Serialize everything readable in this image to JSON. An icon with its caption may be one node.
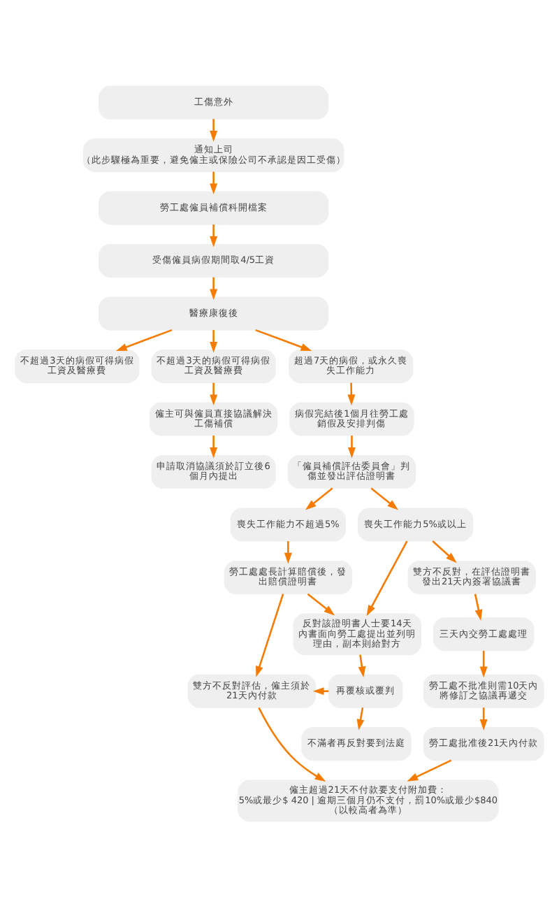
{
  "diagram": {
    "nodes": [
      {
        "text": [
          "工傷意外"
        ]
      },
      {
        "text": [
          "通知上司",
          "（此步驟極為重要，避免僱主或保險公司不承認是因工受傷）"
        ]
      },
      {
        "text": [
          "勞工處僱員補償科開檔案"
        ]
      },
      {
        "text": [
          "受傷僱員病假期間取4/5工資"
        ]
      },
      {
        "text": [
          "醫療康復後"
        ]
      },
      {
        "text": [
          "不超過3天的病假可得病假工資及醫療費"
        ]
      },
      {
        "text": [
          "不超過3天的病假可得病假工資及醫療費"
        ]
      },
      {
        "text": [
          "超過7天的病假，或永久喪失工作能力"
        ]
      },
      {
        "text": [
          "僱主可與僱員直接協議解決工傷補償"
        ]
      },
      {
        "text": [
          "病假完結後1個月往勞工處銷假及安排判傷"
        ]
      },
      {
        "text": [
          "申請取消協議須於訂立後6個月內提出"
        ]
      },
      {
        "text": [
          "「僱員補償評估委員會」判傷並發出評估證明書"
        ]
      },
      {
        "text": [
          "喪失工作能力不超過5%"
        ]
      },
      {
        "text": [
          "喪失工作能力5%或以上"
        ]
      },
      {
        "text": [
          "勞工處處長計算賠償後，發出賠償證明書"
        ]
      },
      {
        "text": [
          "雙方不反對評估，僱主須於21天內付款"
        ]
      },
      {
        "text": [
          "反對該證明書人士要14天內書面向勞工處提出並列明理由，副本則給對方"
        ]
      },
      {
        "text": [
          "雙方不反對，在評估證明書發出21天內簽署協議書"
        ]
      },
      {
        "text": [
          "再覆核或覆判"
        ]
      },
      {
        "text": [
          "三天內交勞工處處理"
        ]
      },
      {
        "text": [
          "不滿者再反對要到法庭"
        ]
      },
      {
        "text": [
          "勞工處不批准則需10天內將修訂之協議再遞交"
        ]
      },
      {
        "text": [
          "勞工處批准後21天內付款"
        ]
      },
      {
        "text": [
          "僱主超過21天不付款要支付附加費：",
          "5%或最少$ 420 | 逾期三個月仍不支付，罰10%或最少$840",
          "（以較高者為準）"
        ]
      }
    ],
    "edges": [
      {
        "from": 0,
        "to": 1,
        "arrow": "to"
      },
      {
        "from": 1,
        "to": 2,
        "arrow": "to"
      },
      {
        "from": 2,
        "to": 3,
        "arrow": "to"
      },
      {
        "from": 3,
        "to": 4,
        "arrow": "to"
      },
      {
        "from": 4,
        "to": 5,
        "arrow": "to"
      },
      {
        "from": 4,
        "to": 6,
        "arrow": "to"
      },
      {
        "from": 4,
        "to": 7,
        "arrow": "to"
      },
      {
        "from": 6,
        "to": 8,
        "arrow": "to"
      },
      {
        "from": 7,
        "to": 9,
        "arrow": "to"
      },
      {
        "from": 8,
        "to": 10,
        "arrow": "to"
      },
      {
        "from": 9,
        "to": 11,
        "arrow": "to"
      },
      {
        "from": 11,
        "to": 12,
        "arrow": "to"
      },
      {
        "from": 11,
        "to": 13,
        "arrow": "to"
      },
      {
        "from": 12,
        "to": 14,
        "arrow": "to"
      },
      {
        "from": 14,
        "to": 15,
        "arrow": "to"
      },
      {
        "from": 14,
        "to": 16,
        "arrow": "to"
      },
      {
        "from": 13,
        "to": 16,
        "arrow": "to"
      },
      {
        "from": 13,
        "to": 17,
        "arrow": "to"
      },
      {
        "from": 16,
        "to": 18,
        "arrow": "to"
      },
      {
        "from": 18,
        "to": 15,
        "arrow": "to"
      },
      {
        "from": 18,
        "to": 20,
        "arrow": "to"
      },
      {
        "from": 17,
        "to": 19,
        "arrow": "to"
      },
      {
        "from": 19,
        "to": 21,
        "arrow": "to"
      },
      {
        "from": 21,
        "to": 22,
        "arrow": "to"
      },
      {
        "from": 15,
        "to": 23,
        "arrow": "to"
      },
      {
        "from": 22,
        "to": 23,
        "arrow": "to"
      }
    ]
  }
}
